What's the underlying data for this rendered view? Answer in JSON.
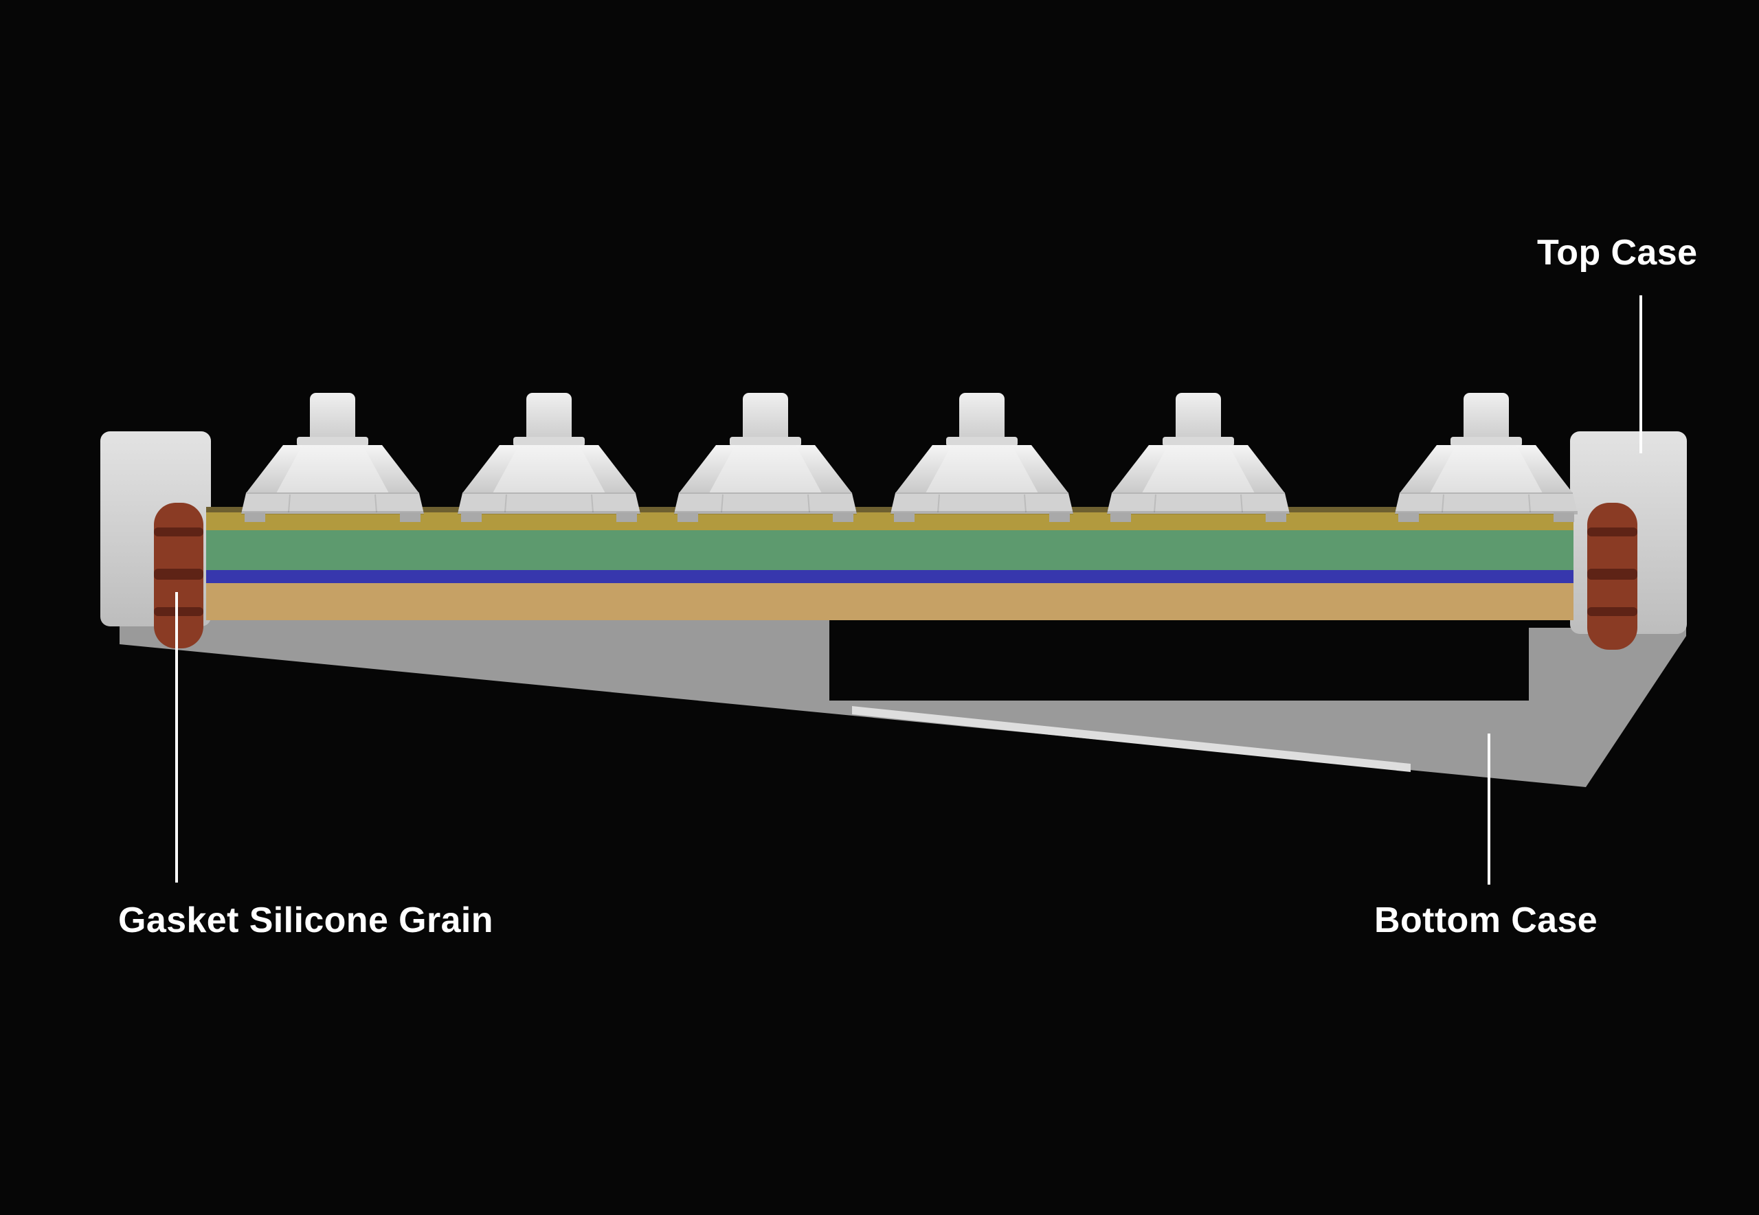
{
  "page": {
    "background": "#060606"
  },
  "diagram": {
    "labels": {
      "top_case": "Top Case",
      "gasket_silicone_grain": "Gasket Silicone Grain",
      "bottom_case": "Bottom Case"
    },
    "colors": {
      "label_text": "#ffffff",
      "leader_line": "#ffffff",
      "top_case": "#d9d9d9",
      "bottom_case": "#9a9a9a",
      "switch_body": "#e9e9e9",
      "plate_yellow": "#b29a3e",
      "plate_edge_dark": "#6e6030",
      "foam_green": "#5d9a6e",
      "pcb_blue": "#3737ad",
      "foam_tan": "#c6a165",
      "gasket_rust": "#8a3b24",
      "gasket_band": "#5e2316",
      "internal_strip": "#dedede"
    }
  }
}
